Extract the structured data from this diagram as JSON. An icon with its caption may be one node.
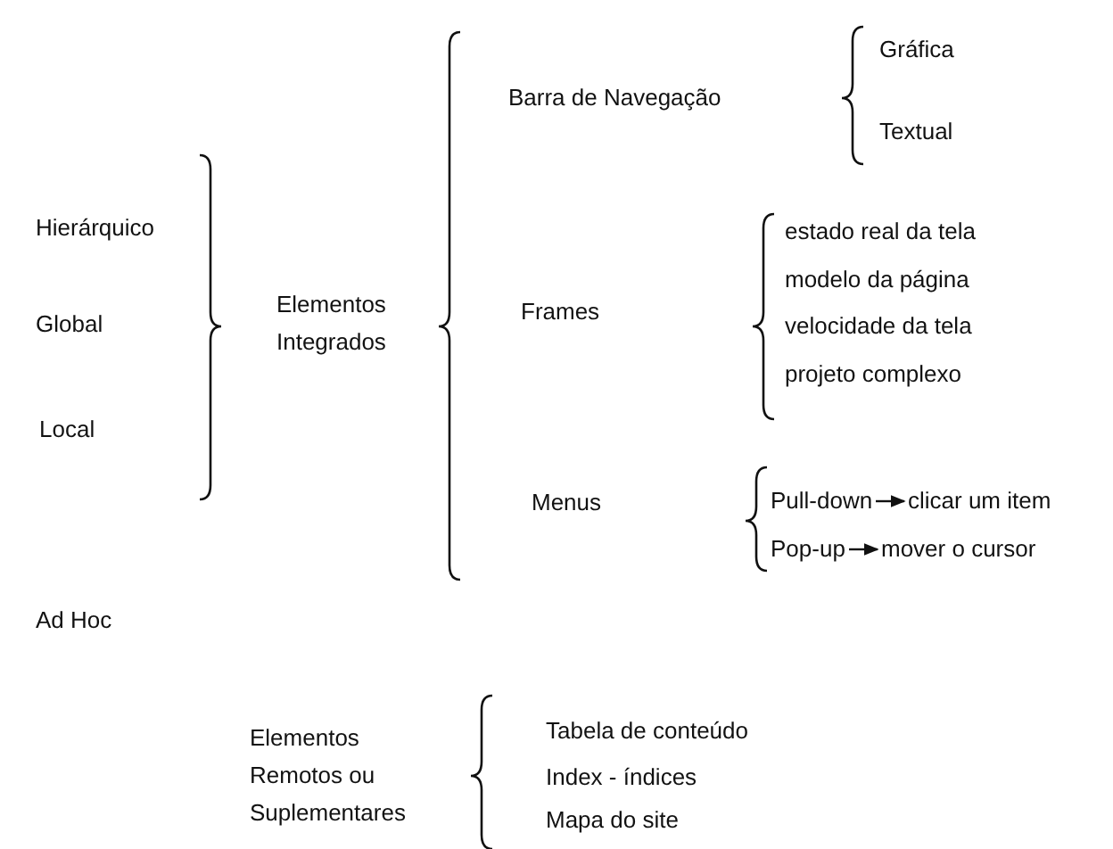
{
  "diagram": {
    "nodes": [
      {
        "text": [
          "Pull-down"
        ]
      },
      {
        "text": [
          "clicar um item"
        ]
      },
      {
        "text": [
          "Pop-up"
        ]
      },
      {
        "text": [
          "mover o cursor"
        ]
      }
    ],
    "edges": [
      {
        "from": 0,
        "to": 1,
        "arrow": "to"
      },
      {
        "from": 2,
        "to": 3,
        "arrow": "to"
      }
    ],
    "labels": [
      "Gráfica",
      "Barra de Navegação",
      "Textual",
      "Hierárquico",
      "estado real da tela",
      "modelo da página",
      "Elementos Integrados",
      "Global",
      "Frames",
      "velocidade da tela",
      "projeto complexo",
      "Local",
      "Menus",
      "Ad Hoc",
      "Tabela de conteúdo",
      "Elementos Remotos ou Suplementares",
      "Index - índices",
      "Mapa do site"
    ]
  }
}
